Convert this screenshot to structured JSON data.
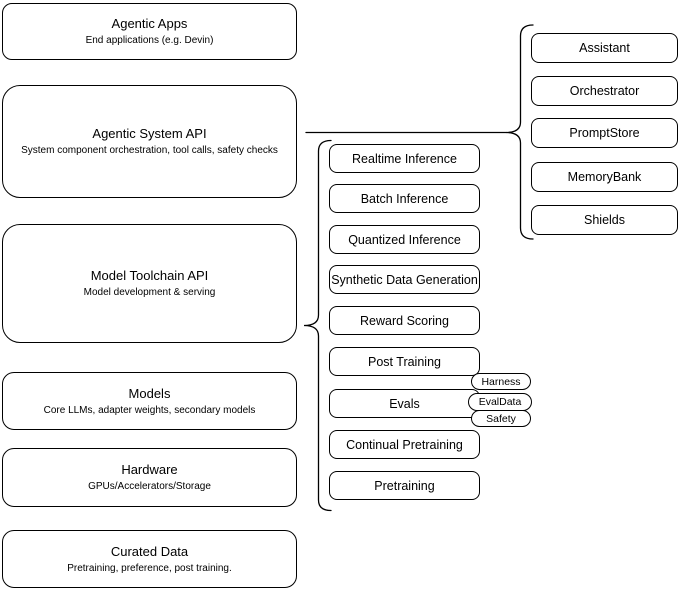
{
  "diagram": {
    "left_stack": [
      {
        "title": "Agentic Apps",
        "subtitle": "End applications (e.g. Devin)"
      },
      {
        "title": "Agentic System API",
        "subtitle": "System component orchestration, tool calls, safety checks"
      },
      {
        "title": "Model Toolchain API",
        "subtitle": "Model development & serving"
      },
      {
        "title": "Models",
        "subtitle": "Core LLMs, adapter weights, secondary models"
      },
      {
        "title": "Hardware",
        "subtitle": "GPUs/Accelerators/Storage"
      },
      {
        "title": "Curated Data",
        "subtitle": "Pretraining, preference, post training."
      }
    ],
    "toolchain_services": [
      "Realtime Inference",
      "Batch Inference",
      "Quantized Inference",
      "Synthetic Data Generation",
      "Reward Scoring",
      "Post Training",
      "Evals",
      "Continual Pretraining",
      "Pretraining"
    ],
    "eval_tags": [
      "Harness",
      "EvalData",
      "Safety"
    ],
    "system_components": [
      "Assistant",
      "Orchestrator",
      "PromptStore",
      "MemoryBank",
      "Shields"
    ],
    "colors": {
      "stroke": "#000000",
      "background": "#ffffff",
      "box_fill": "#ffffff"
    }
  }
}
